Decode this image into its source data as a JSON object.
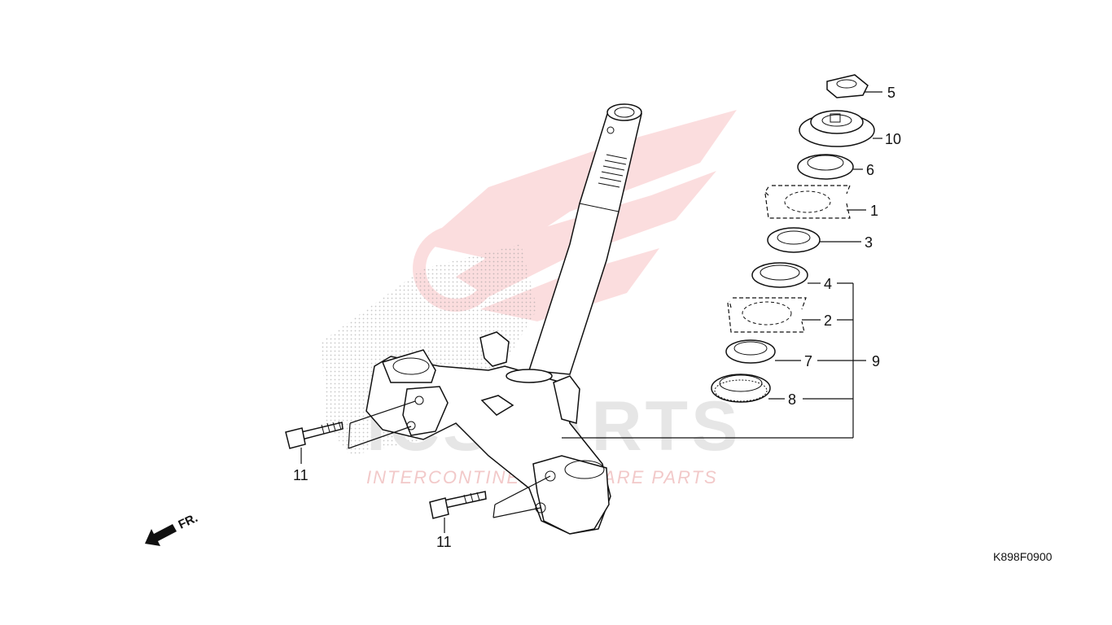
{
  "diagram": {
    "drawing_code": "K898F0900",
    "front_marker": "FR.",
    "watermark": {
      "brand": "ICSPARTS",
      "tagline": "INTERCONTINENTAL SPARE PARTS",
      "colors": {
        "logo_red": "#e8343a",
        "brand_gray": "#e6e6e6"
      }
    },
    "callouts": {
      "c1": "1",
      "c2": "2",
      "c3": "3",
      "c4": "4",
      "c5": "5",
      "c6": "6",
      "c7": "7",
      "c8": "8",
      "c9": "9",
      "c10": "10",
      "c11a": "11",
      "c11b": "11"
    }
  }
}
